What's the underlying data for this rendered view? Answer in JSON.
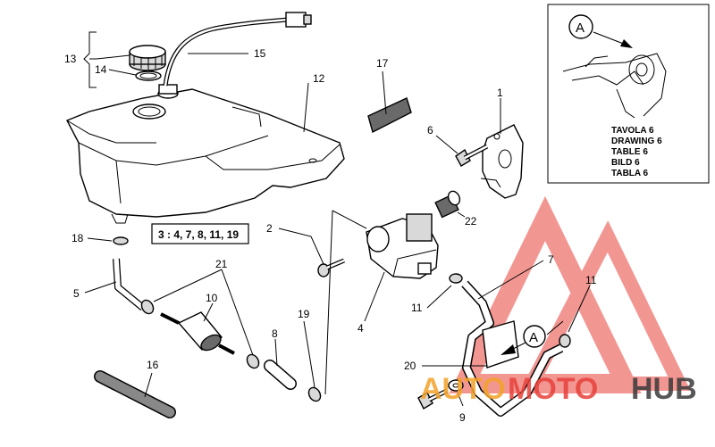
{
  "callouts": {
    "c13": "13",
    "c14": "14",
    "c15": "15",
    "c12": "12",
    "c17": "17",
    "c1": "1",
    "c6": "6",
    "c22": "22",
    "c2": "2",
    "c3": "3 : 4, 7, 8, 11, 19",
    "c18": "18",
    "c21": "21",
    "c5": "5",
    "c10": "10",
    "c19": "19",
    "c8": "8",
    "c16": "16",
    "c4": "4",
    "c7": "7",
    "c11a": "11",
    "c11b": "11",
    "c20": "20",
    "c9": "9"
  },
  "inset": {
    "marker": "A",
    "lines": [
      "TAVOLA 6",
      "DRAWING 6",
      "TABLE 6",
      "BILD 6",
      "TABLA 6"
    ]
  },
  "detail_marker": "A",
  "watermark": {
    "part1": "AUTO",
    "part2": "MOTO",
    "part3": "HUB",
    "color_red": "#e8413a",
    "color_orange": "#f3a22a",
    "color_dark": "#3a3a3a"
  }
}
